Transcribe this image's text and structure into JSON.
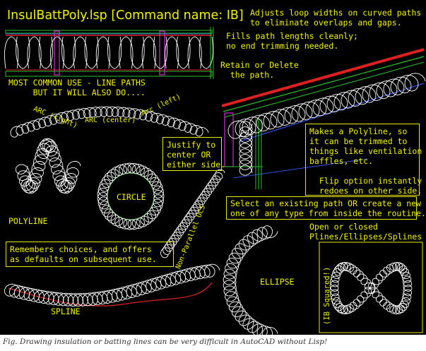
{
  "title": "InsulBattPoly.lsp [Command name: IB]",
  "notes": {
    "adjust": "Adjusts loop widths on curved paths\nto eliminate overlaps and gaps.",
    "fills": "Fills path lengths cleanly;\nno end trimming needed.",
    "retain": "Retain or Delete\n  the path.",
    "common": "MOST COMMON USE - LINE PATHS\n     BUT IT WILL ALSO DO....",
    "justify": "Justify to\ncenter OR\neither side.",
    "polyline_box": "Makes a Polyline, so\nit can be trimmed to\nthings like ventilation\nbaffles, etc.\n\n  Flip option instantly\n  redoes on other side.",
    "select": "Select an existing path OR create a new\none of any type from inside the routine.",
    "open_closed": "Open or closed\nPlines/Ellipses/Splines",
    "remembers": "Remembers choices, and offers\nas defaults on subsequent use."
  },
  "labels": {
    "arc_right": "ARC (right)",
    "arc_center": "ARC (center)",
    "arc_left": "Arc (left)",
    "circle": "CIRCLE",
    "polyline": "POLYLINE",
    "non_parallel": "Non-Parallel UCS",
    "ellipse": "ELLIPSE",
    "spline": "SPLINE",
    "ib_squared": "(IB Squared!)"
  },
  "caption": "Fig. Drawing insulation or batting lines can be very difficult in AutoCAD without Lisp!",
  "colors": {
    "background": "#000000",
    "text_yellow": "#f1f200",
    "insulation": "#ffffff",
    "wall_green": "#27c027",
    "blue_line": "#3050e0",
    "red_line": "#e02020",
    "magenta": "#d030d0"
  }
}
